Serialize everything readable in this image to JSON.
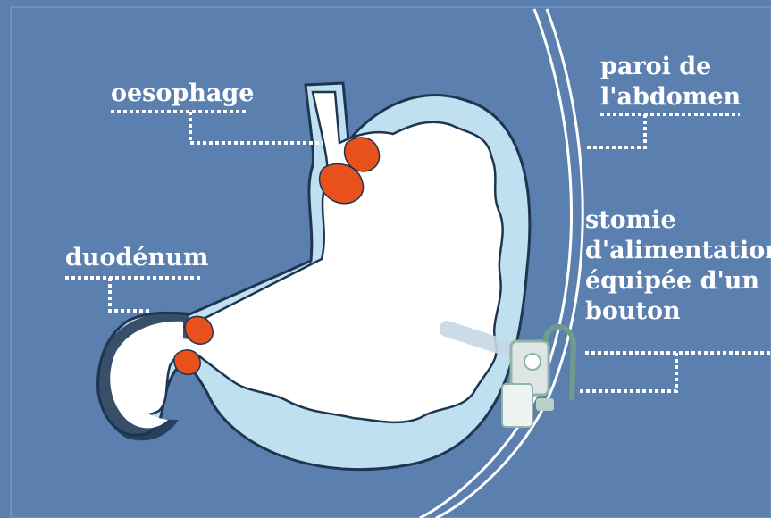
{
  "labels": {
    "oesophage": "oesophage",
    "duodenum": "duodénum",
    "paroi": [
      "paroi de",
      "l'abdomen"
    ],
    "stomie": [
      "stomie",
      "d'alimentation",
      "équipée d'un",
      "bouton"
    ]
  },
  "colors": {
    "background": "#5b80b0",
    "stomach_lining": "#bfe0f0",
    "stomach_lumen": "#ffffff",
    "outline": "#1f3550",
    "sphincter": "#e8501c",
    "leader_lines": "#ffffff",
    "device": "#8fb5a8",
    "tube": "#c7d7e6"
  },
  "icons": {
    "device": "gastrostomy-button-icon"
  }
}
